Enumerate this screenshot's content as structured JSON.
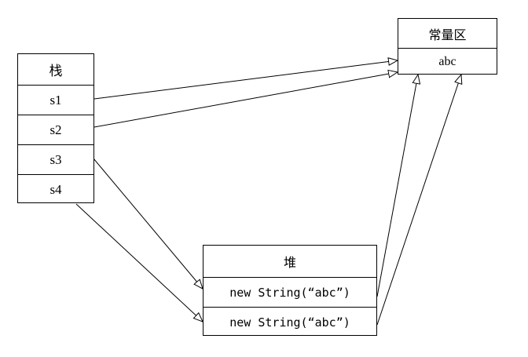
{
  "diagram": {
    "title": "Java String memory model diagram",
    "background_color": "#ffffff",
    "line_color": "#000000"
  },
  "stack": {
    "header": "栈",
    "slots": [
      {
        "label": "s1"
      },
      {
        "label": "s2"
      },
      {
        "label": "s3"
      },
      {
        "label": "s4"
      }
    ]
  },
  "constant_pool": {
    "header": "常量区",
    "entries": [
      {
        "label": "abc"
      }
    ]
  },
  "heap": {
    "header": "堆",
    "objects": [
      {
        "label": "new String(“abc”)"
      },
      {
        "label": "new String(“abc”)"
      }
    ]
  },
  "arrows": [
    {
      "name": "s1-to-constant-pool",
      "from": "stack.s1",
      "to": "constant_pool.abc",
      "head": "hollow-triangle"
    },
    {
      "name": "s2-to-constant-pool",
      "from": "stack.s2",
      "to": "constant_pool.abc",
      "head": "hollow-triangle"
    },
    {
      "name": "s3-to-heap-object-1",
      "from": "stack.s3",
      "to": "heap.object.0",
      "head": "hollow-triangle"
    },
    {
      "name": "s4-to-heap-object-2",
      "from": "stack.s4",
      "to": "heap.object.1",
      "head": "hollow-triangle"
    },
    {
      "name": "heap-object-1-to-constant-pool",
      "from": "heap.object.0",
      "to": "constant_pool.abc",
      "head": "hollow-triangle"
    },
    {
      "name": "heap-object-2-to-constant-pool",
      "from": "heap.object.1",
      "to": "constant_pool.abc",
      "head": "hollow-triangle"
    }
  ]
}
